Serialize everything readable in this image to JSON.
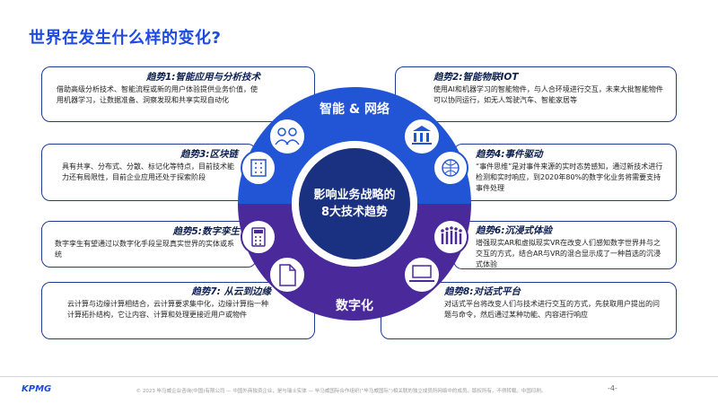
{
  "title": "世界在发生什么样的变化?",
  "center": {
    "line1": "影响业务战略的",
    "line2": "8大技术趋势"
  },
  "ring": {
    "top_label": "智能 & 网络",
    "bottom_label": "数字化"
  },
  "trends": [
    {
      "title": "趋势1:智能应用与分析技术",
      "body": "借助高级分析技术、智能流程或新的用户体验提供业务价值，使用机器学习，让数据准备、洞察发现和共享实现自动化"
    },
    {
      "title": "趋势2:智能物联IOT",
      "body": "使用AI和机器学习的智能物件，与人合环境进行交互，未来大批智能物件可以协同运行，如无人驾驶汽车、智能家居等"
    },
    {
      "title": "趋势3:区块链",
      "body": "具有共享、分布式、分散、标记化等特点，目前技术能力还有局限性，目前企业应用还处于探索阶段"
    },
    {
      "title": "趋势4:事件驱动",
      "body": "“事件思维”是对事件来源的实时态势感知，通过新技术进行检测和实时响应，到2020年80%的数字化业务将需要支持事件处理"
    },
    {
      "title": "趋势5:数字孪生",
      "body": "数字孪生有望通过以数字化手段呈现真实世界的实体或系统"
    },
    {
      "title": "趋势6:沉浸式体验",
      "body": "增强现实AR和虚拟现实VR在改变人们感知数字世界并与之交互的方式，结合AR与VR的混合显示成了一种首选的沉浸式体验"
    },
    {
      "title": "趋势7: 从云到边缘",
      "body": "云计算与边缘计算相结合，云计算要求集中化，边缘计算指一种计算拓扑结构，它让内容、计算和处理更接近用户或物件"
    },
    {
      "title": "趋势8:对话式平台",
      "body": "对话式平台将改变人们与技术进行交互的方式，先获取用户提出的问题与命令，然后通过某种功能、内容进行响应"
    }
  ],
  "footer": {
    "logo": "KPMG",
    "copyright": "© 2023 毕马威企业咨询(中国)有限公司 — 中国外商独资企业，是与瑞士实体 — 毕马威国际合作组织(“毕马威国际”)相关联的独立成员所网络中的成员。版权所有，不得转载。中国印刷。",
    "page": "-4-"
  },
  "colors": {
    "brand_blue": "#1e49e2",
    "ring_blue": "#2155d6",
    "ring_purple": "#4a2a9a",
    "center_navy": "#1a3080",
    "border": "#1f3a93"
  }
}
